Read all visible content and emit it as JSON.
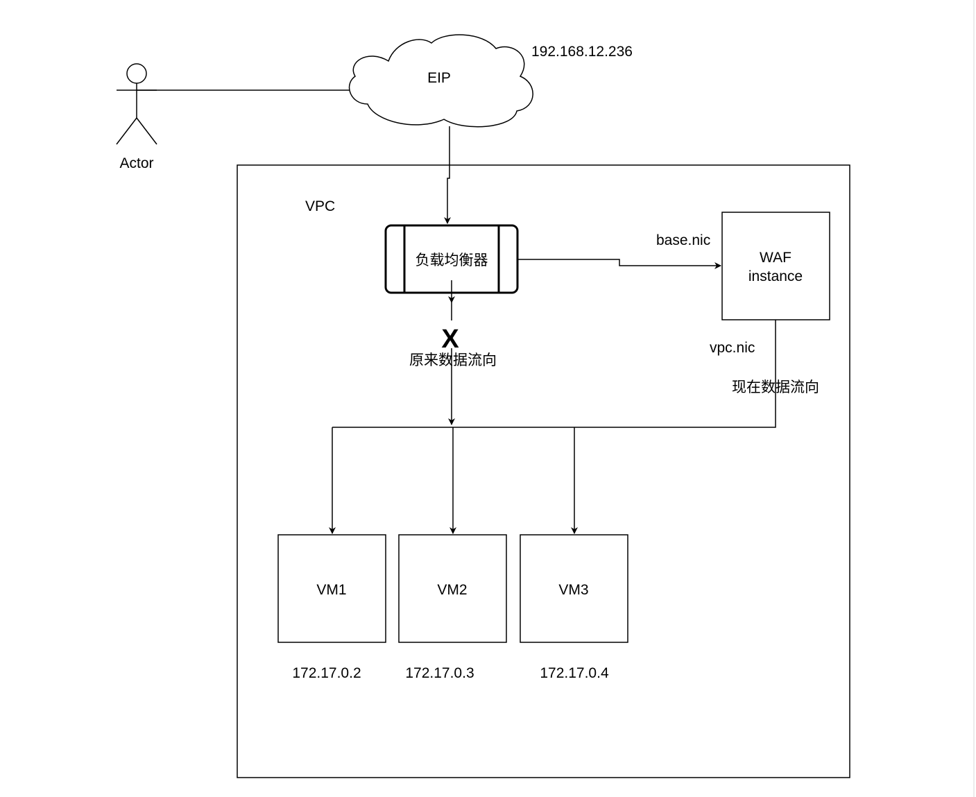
{
  "actor": {
    "label": "Actor"
  },
  "eip": {
    "label": "EIP",
    "ip": "192.168.12.236"
  },
  "vpc": {
    "label": "VPC"
  },
  "load_balancer": {
    "label": "负载均衡器"
  },
  "waf": {
    "line1": "WAF",
    "line2": "instance"
  },
  "nics": {
    "base": "base.nic",
    "vpc": "vpc.nic"
  },
  "flows": {
    "blocked_mark": "X",
    "original": "原来数据流向",
    "current": "现在数据流向"
  },
  "vms": [
    {
      "name": "VM1",
      "ip": "172.17.0.2"
    },
    {
      "name": "VM2",
      "ip": "172.17.0.3"
    },
    {
      "name": "VM3",
      "ip": "172.17.0.4"
    }
  ]
}
